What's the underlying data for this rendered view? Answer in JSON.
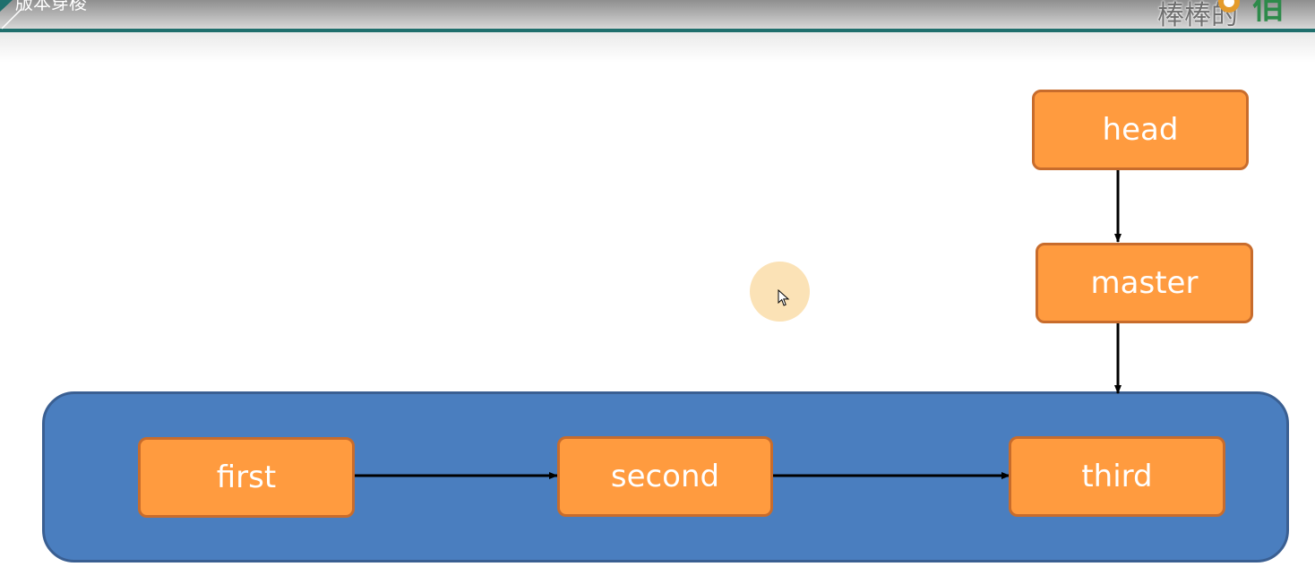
{
  "header": {
    "title": "版本穿梭",
    "watermark": "棒棒的",
    "logo_fragment": "佰",
    "accent_color": "#1f6f6d"
  },
  "diagram": {
    "colors": {
      "node_fill": "#ff9b3f",
      "node_border": "#c86c2c",
      "container_fill": "#4a7ebf",
      "container_border": "#3a5f92",
      "arrow": "#000000",
      "cursor_highlight": "#fbe2b6"
    },
    "nodes": {
      "head": {
        "label": "head"
      },
      "master": {
        "label": "master"
      },
      "first": {
        "label": "first"
      },
      "second": {
        "label": "second"
      },
      "third": {
        "label": "third"
      }
    },
    "connections": [
      {
        "from": "head",
        "to": "master"
      },
      {
        "from": "master",
        "to": "third"
      },
      {
        "from": "first",
        "to": "second"
      },
      {
        "from": "second",
        "to": "third"
      }
    ]
  },
  "cursor": {
    "icon": "mouse-pointer-icon"
  }
}
